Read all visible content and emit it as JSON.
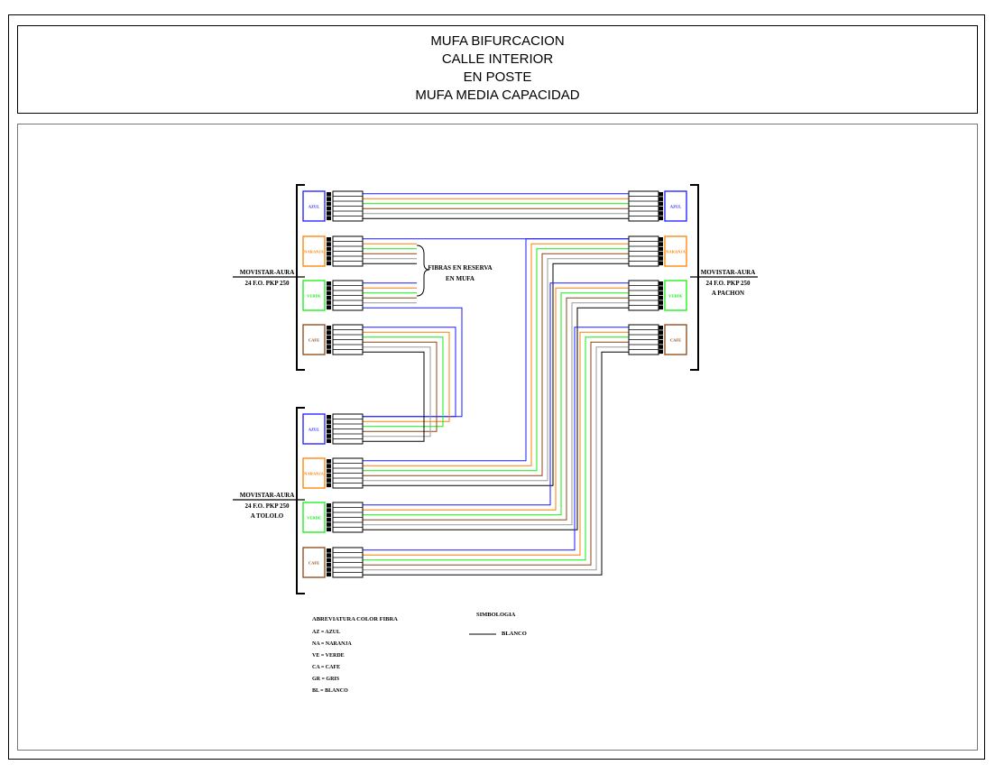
{
  "title": {
    "lines": [
      "MUFA BIFURCACION",
      "CALLE INTERIOR",
      "EN POSTE",
      "MUFA MEDIA CAPACIDAD"
    ]
  },
  "colors": {
    "azul": "#1a1aff",
    "naranja": "#ff7f00",
    "verde": "#11ee11",
    "cafe": "#8b4513",
    "gris": "#999999",
    "negro": "#000000"
  },
  "tubes": {
    "top_left": [
      "AZUL",
      "NARANJA",
      "VERDE",
      "CAFE"
    ],
    "top_right": [
      "AZUL",
      "NARANJA",
      "VERDE",
      "CAFE"
    ],
    "bottom_left": [
      "AZUL",
      "NARANJA",
      "VERDE",
      "CAFE"
    ]
  },
  "cables": {
    "top_left_line1": "MOVISTAR-AURA",
    "top_left_line2": "24 F.O. PKP 250",
    "right_line1": "MOVISTAR-AURA",
    "right_line2": "24 F.O. PKP 250",
    "right_line3": "A PACHON",
    "bottom_left_line1": "MOVISTAR-AURA",
    "bottom_left_line2": "24 F.O. PKP 250",
    "bottom_left_line3": "A TOLOLO"
  },
  "reserve_note": {
    "line1": "FIBRAS EN RESERVA",
    "line2": "EN MUFA"
  },
  "legend": {
    "title": "ABREVIATURA COLOR FIBRA",
    "items": [
      "AZ = AZUL",
      "NA = NARANJA",
      "VE = VERDE",
      "CA = CAFE",
      "GR = GRIS",
      "BL = BLANCO"
    ]
  },
  "symbology": {
    "title": "SIMBOLOGIA",
    "item": "BLANCO"
  }
}
